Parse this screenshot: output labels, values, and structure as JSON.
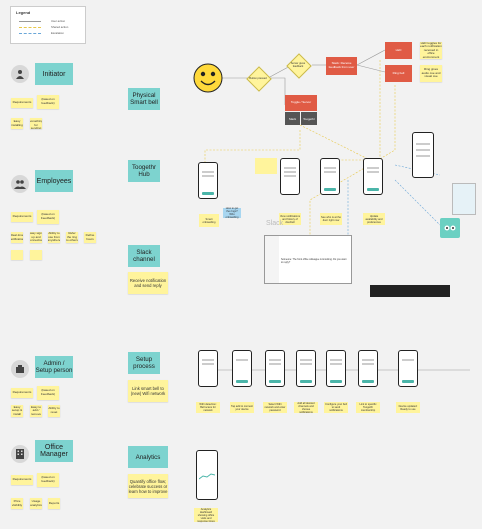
{
  "legend": {
    "title": "Legend",
    "items": [
      {
        "label": "User action",
        "color": "#999999"
      },
      {
        "label": "Shared action",
        "color": "#e8c84a"
      },
      {
        "label": "Escalation",
        "color": "#6aa7d8"
      }
    ]
  },
  "personas": [
    {
      "name": "Initiator",
      "icon": "person-icon",
      "requirements_label": "Requirements",
      "based_on": "(based on feedback)",
      "notes": [
        "Easy installing",
        "Just something for sending"
      ]
    },
    {
      "name": "Employees",
      "icon": "people-icon",
      "requirements_label": "Requirements",
      "based_on": "(based on Feedback)",
      "notes": [
        "Real-time notification",
        "Easy sign-up and connection",
        "Ability to use from anywhere",
        "Refer the ring to others",
        "Define hours"
      ]
    },
    {
      "name": "Admin / Setup person",
      "icon": "admin-icon",
      "requirements_label": "Requirements",
      "based_on": "(based on Feedback)",
      "notes": [
        "Easy setup & install",
        "Easy to add / remove",
        "Ability to reset"
      ]
    },
    {
      "name": "Office Manager",
      "icon": "building-icon",
      "requirements_label": "Requirements",
      "based_on": "(based on feedback)",
      "notes": [
        "Price visibility",
        "Usage analytics",
        "Reports"
      ]
    }
  ],
  "channels": [
    {
      "name": "Physical Smart bell"
    },
    {
      "name": "Toogethr Hub"
    },
    {
      "name": "Slack channel",
      "note": "Receive notification and send reply"
    },
    {
      "name": "Setup process",
      "note": "Link smart bell to (new) Wifi network"
    },
    {
      "name": "Analytics",
      "note": "Quantify office flow; celebrate success or learn how to improve"
    }
  ],
  "flow": {
    "decision_1": "Button pressed",
    "decision_2": "Server gives feedback",
    "red_1": "Slack: Receive feedback from user",
    "red_2": "LED",
    "red_3": "Ring bell",
    "dark_1": "Toggle / Server",
    "dark_2": "Slack",
    "dark_3": "Toogethr",
    "note_led": "LED toggles for each notification received in office environment",
    "note_ring": "Ring gives audio cue and visual cue"
  },
  "hub_notes": [
    "Smart onboarding",
    "How to get the rings? Who onboarding",
    "View notifications and history of doorbell",
    "See who is at the door right now",
    "Update availability and preferences"
  ],
  "slack": {
    "title": "Slack",
    "message": "Someone: The front office colleague is knocking. Do you want to reply?"
  },
  "setup_notes": [
    "WiFi detection: Bell scans for network",
    "Tap add to connect your device",
    "Select WiFi network and enter password",
    "Add all desired channels and choose notifications",
    "Configure your bell to send notifications",
    "Link to specific Toogethr membership",
    "Device updated: Ready to use"
  ],
  "analytics_note": "Analytics dashboard showing office visits and response times"
}
